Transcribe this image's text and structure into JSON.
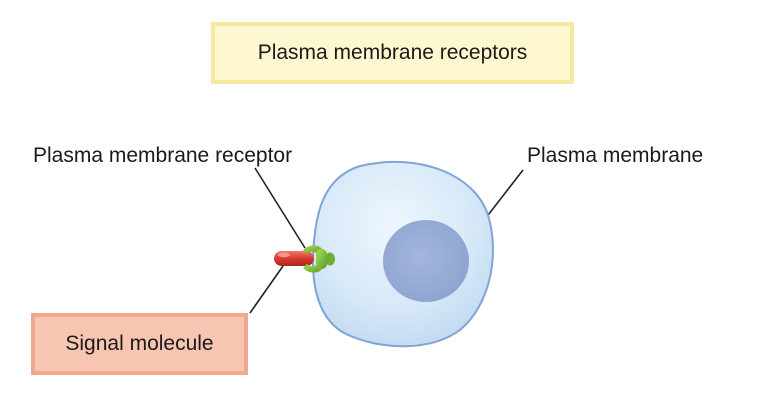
{
  "title": "Plasma membrane receptors",
  "labels": {
    "receptor": "Plasma membrane receptor",
    "membrane": "Plasma membrane",
    "signal": "Signal molecule"
  },
  "colors": {
    "cell_fill": "#d6e8f8",
    "cell_outline": "#7fa4d6",
    "nucleus": "#98aed6",
    "receptor": "#7bbf3a",
    "signal_molecule": "#d93a2f",
    "title_box": "#fdf8cf",
    "signal_box": "#f7c5b1"
  }
}
